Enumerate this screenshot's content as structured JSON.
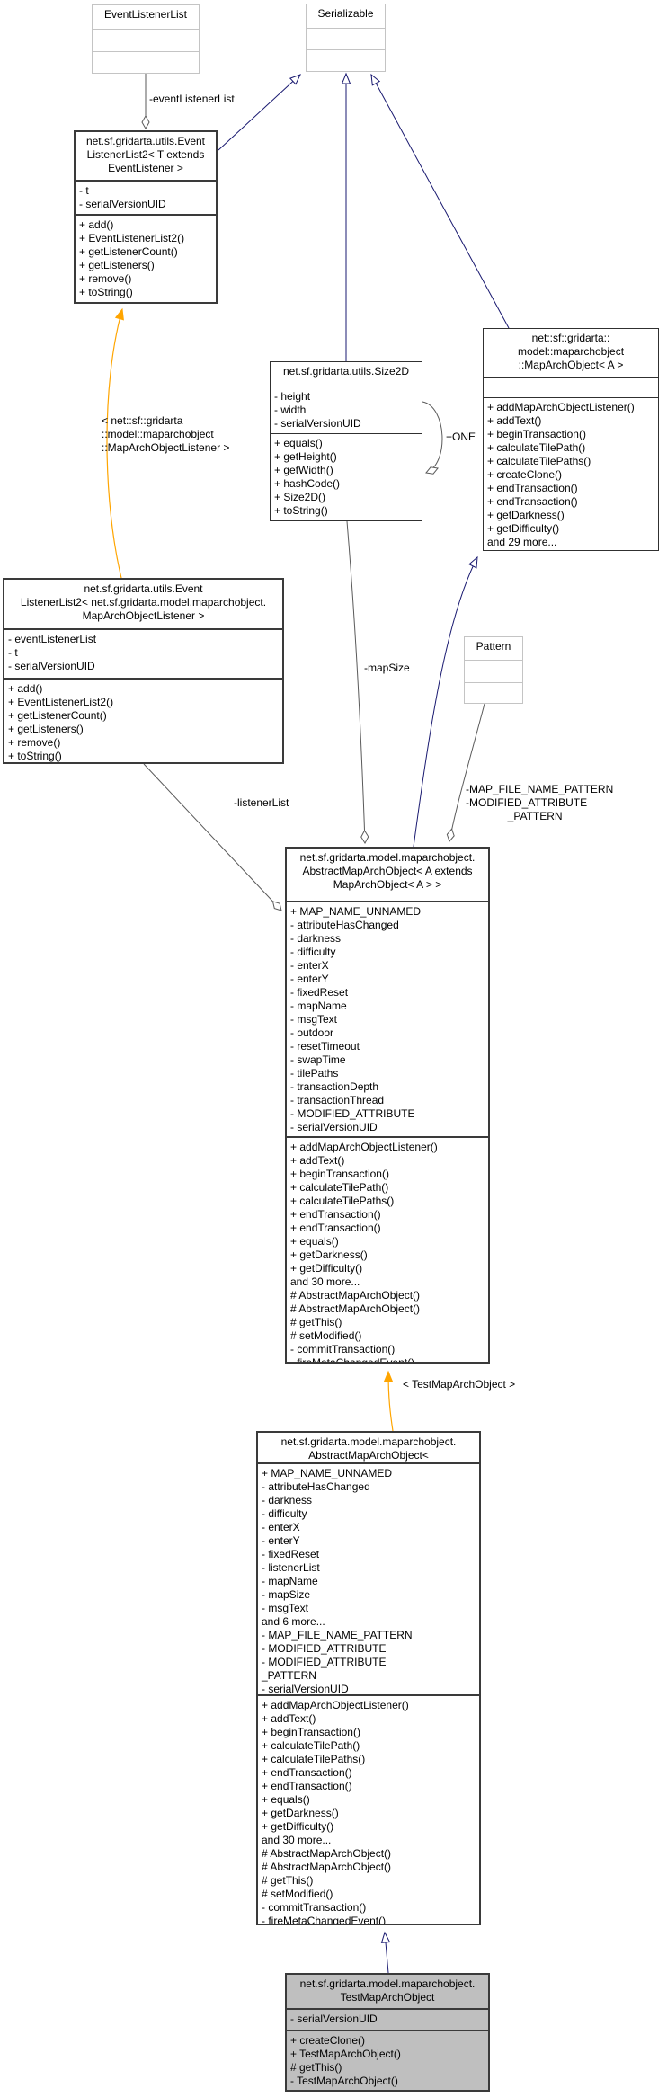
{
  "diagram": {
    "type": "uml-collaboration-diagram",
    "classes": {
      "event_listener_list": {
        "title": "EventListenerList",
        "attributes": [],
        "methods": []
      },
      "serializable": {
        "title": "Serializable",
        "attributes": [],
        "methods": []
      },
      "event_listener_list2_t": {
        "title": "net.sf.gridarta.utils.Event\nListenerList2< T extends\nEventListener >",
        "attributes": [
          "- t",
          "- serialVersionUID"
        ],
        "methods": [
          "+ add()",
          "+ EventListenerList2()",
          "+ getListenerCount()",
          "+ getListeners()",
          "+ remove()",
          "+ toString()"
        ]
      },
      "size2d": {
        "title": "net.sf.gridarta.utils.Size2D",
        "attributes": [
          "- height",
          "- width",
          "- serialVersionUID"
        ],
        "methods": [
          "+ equals()",
          "+ getHeight()",
          "+ getWidth()",
          "+ hashCode()",
          "+ Size2D()",
          "+ toString()"
        ]
      },
      "map_arch_object": {
        "title": "net::sf::gridarta::\nmodel::maparchobject\n::MapArchObject< A >",
        "attributes": [],
        "methods": [
          "+ addMapArchObjectListener()",
          "+ addText()",
          "+ beginTransaction()",
          "+ calculateTilePath()",
          "+ calculateTilePaths()",
          "+ createClone()",
          "+ endTransaction()",
          "+ endTransaction()",
          "+ getDarkness()",
          "+ getDifficulty()",
          "and 29 more..."
        ]
      },
      "pattern": {
        "title": "Pattern",
        "attributes": [],
        "methods": []
      },
      "event_listener_list2_listener": {
        "title": "net.sf.gridarta.utils.Event\nListenerList2< net.sf.gridarta.model.maparchobject.\nMapArchObjectListener >",
        "attributes": [
          "- eventListenerList",
          "- t",
          "- serialVersionUID"
        ],
        "methods": [
          "+ add()",
          "+ EventListenerList2()",
          "+ getListenerCount()",
          "+ getListeners()",
          "+ remove()",
          "+ toString()"
        ]
      },
      "abstract_map_arch_object_a": {
        "title": "net.sf.gridarta.model.maparchobject.\nAbstractMapArchObject< A extends\nMapArchObject< A > >",
        "attributes": [
          "+ MAP_NAME_UNNAMED",
          "- attributeHasChanged",
          "- darkness",
          "- difficulty",
          "- enterX",
          "- enterY",
          "- fixedReset",
          "- mapName",
          "- msgText",
          "- outdoor",
          "- resetTimeout",
          "- swapTime",
          "- tilePaths",
          "- transactionDepth",
          "- transactionThread",
          "- MODIFIED_ATTRIBUTE",
          "- serialVersionUID"
        ],
        "methods": [
          "+ addMapArchObjectListener()",
          "+ addText()",
          "+ beginTransaction()",
          "+ calculateTilePath()",
          "+ calculateTilePaths()",
          "+ endTransaction()",
          "+ endTransaction()",
          "+ equals()",
          "+ getDarkness()",
          "+ getDifficulty()",
          "and 30 more...",
          "# AbstractMapArchObject()",
          "# AbstractMapArchObject()",
          "# getThis()",
          "# setModified()",
          "- commitTransaction()",
          "- fireMetaChangedEvent()"
        ]
      },
      "abstract_map_arch_object_test": {
        "title": "net.sf.gridarta.model.maparchobject.\nAbstractMapArchObject< TestMapArchObject >",
        "attributes": [
          "+ MAP_NAME_UNNAMED",
          "- attributeHasChanged",
          "- darkness",
          "- difficulty",
          "- enterX",
          "- enterY",
          "- fixedReset",
          "- listenerList",
          "- mapName",
          "- mapSize",
          "- msgText",
          "and 6 more...",
          "- MAP_FILE_NAME_PATTERN",
          "- MODIFIED_ATTRIBUTE",
          "- MODIFIED_ATTRIBUTE\n_PATTERN",
          "- serialVersionUID"
        ],
        "methods": [
          "+ addMapArchObjectListener()",
          "+ addText()",
          "+ beginTransaction()",
          "+ calculateTilePath()",
          "+ calculateTilePaths()",
          "+ endTransaction()",
          "+ endTransaction()",
          "+ equals()",
          "+ getDarkness()",
          "+ getDifficulty()",
          "and 30 more...",
          "# AbstractMapArchObject()",
          "# AbstractMapArchObject()",
          "# getThis()",
          "# setModified()",
          "- commitTransaction()",
          "- fireMetaChangedEvent()"
        ]
      },
      "test_map_arch_object": {
        "title": "net.sf.gridarta.model.maparchobject.\nTestMapArchObject",
        "attributes": [
          "- serialVersionUID"
        ],
        "methods": [
          "+ createClone()",
          "+ TestMapArchObject()",
          "# getThis()",
          "- TestMapArchObject()"
        ]
      }
    },
    "edge_labels": {
      "event_listener_list_field": "-eventListenerList",
      "template_args_listener": "< net::sf::gridarta\n::model::maparchobject\n::MapArchObjectListener >",
      "one_field": "+ONE",
      "map_size_field": "-mapSize",
      "pattern_fields": "-MAP_FILE_NAME_PATTERN\n-MODIFIED_ATTRIBUTE\n              _PATTERN",
      "listener_list_field": "-listenerList",
      "template_args_test": "< TestMapArchObject >"
    },
    "colors": {
      "inheritance_edge": "#191970",
      "template_edge": "#ffa500",
      "usage_edge": "#5a5a5a",
      "selected_node_fill": "#bfbfbf",
      "node_border": "#303030",
      "external_node_border": "#c4c4c4"
    }
  }
}
